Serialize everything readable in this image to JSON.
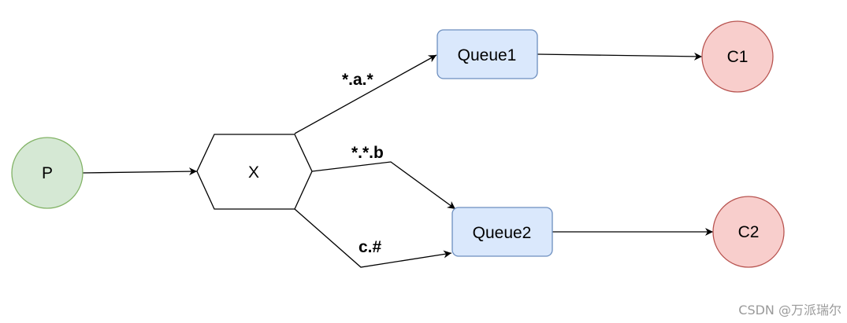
{
  "diagram": {
    "nodes": {
      "producer": {
        "label": "P",
        "fill": "#d5e8d4",
        "stroke": "#82b366"
      },
      "exchange": {
        "label": "X",
        "fill": "#ffffff",
        "stroke": "#000000"
      },
      "queue1": {
        "label": "Queue1",
        "fill": "#dae8fc",
        "stroke": "#6c8ebf"
      },
      "queue2": {
        "label": "Queue2",
        "fill": "#dae8fc",
        "stroke": "#6c8ebf"
      },
      "consumer1": {
        "label": "C1",
        "fill": "#f8cecc",
        "stroke": "#b85450"
      },
      "consumer2": {
        "label": "C2",
        "fill": "#f8cecc",
        "stroke": "#b85450"
      }
    },
    "edges": {
      "x_to_queue1": {
        "label": "*.a.*"
      },
      "x_to_queue2_b": {
        "label": "*.*.b"
      },
      "x_to_queue2_c": {
        "label": "c.#"
      }
    }
  },
  "watermark": {
    "text": "CSDN @万派瑞尔"
  }
}
